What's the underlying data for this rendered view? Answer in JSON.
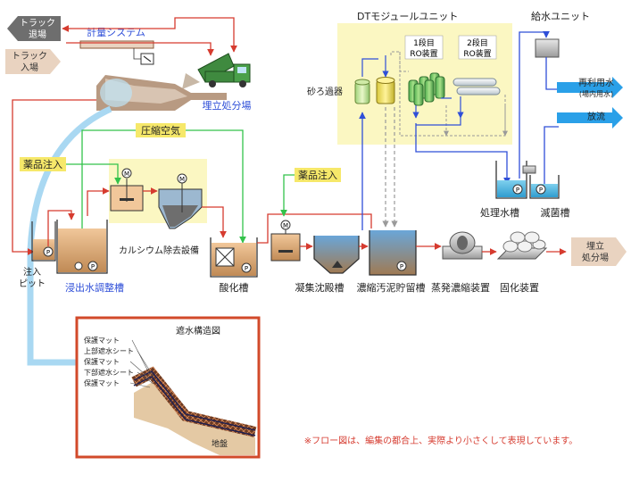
{
  "labels": {
    "truck_exit": [
      "トラック",
      "退場"
    ],
    "truck_entry": [
      "トラック",
      "入場"
    ],
    "weighing_system": "計量システム",
    "landfill_site": "埋立処分場",
    "compressed_air": "圧縮空気",
    "chemical_injection_1": "薬品注入",
    "chemical_injection_2": "薬品注入",
    "calcium_removal": "カルシウム除去設備",
    "dt_module_unit": "DTモジュールユニット",
    "sand_filter": "砂ろ過器",
    "ro_stage1": [
      "1段目",
      "RO装置"
    ],
    "ro_stage2": [
      "2段目",
      "RO装置"
    ],
    "water_supply_unit": "給水ユニット",
    "reuse_water": "再利用水",
    "reuse_water_note": "(場内用水)",
    "discharge": "放流",
    "treated_water_tank": "処理水槽",
    "sterilization_tank": "滅菌槽",
    "injection_pit": [
      "注入",
      "ピット"
    ],
    "leachate_adjust_tank": "浸出水調整槽",
    "oxidation_tank": "酸化槽",
    "coagulation_tank": "凝集沈殿槽",
    "sludge_tank": "濃縮汚泥貯留槽",
    "evaporation_unit": "蒸発濃縮装置",
    "solidification_unit": "固化装置",
    "landfill_out": [
      "埋立",
      "処分場"
    ],
    "impermeable_structure": "遮水構造図",
    "layers": [
      "保護マット",
      "上部遮水シート",
      "保護マット",
      "下部遮水シート",
      "保護マット"
    ],
    "ground": "地盤",
    "note": "※フロー図は、編集の都合上、実際より小さくして表現しています。"
  },
  "symbols": {
    "motor": "M",
    "pump": "P"
  },
  "colors": {
    "leachate_flow": "#d63b2f",
    "air_flow": "#33c24a",
    "chemical_flow": "#33c24a",
    "water_flow": "#2f4fd8",
    "outlet_flow": "#2aa0e8",
    "sludge_flow": "#9a9a9a",
    "dt_panel": "#fbf7c2",
    "label_tag": "#f6e86a",
    "truck": "#3f8a3f",
    "liner_frame": "#d24a2a"
  }
}
